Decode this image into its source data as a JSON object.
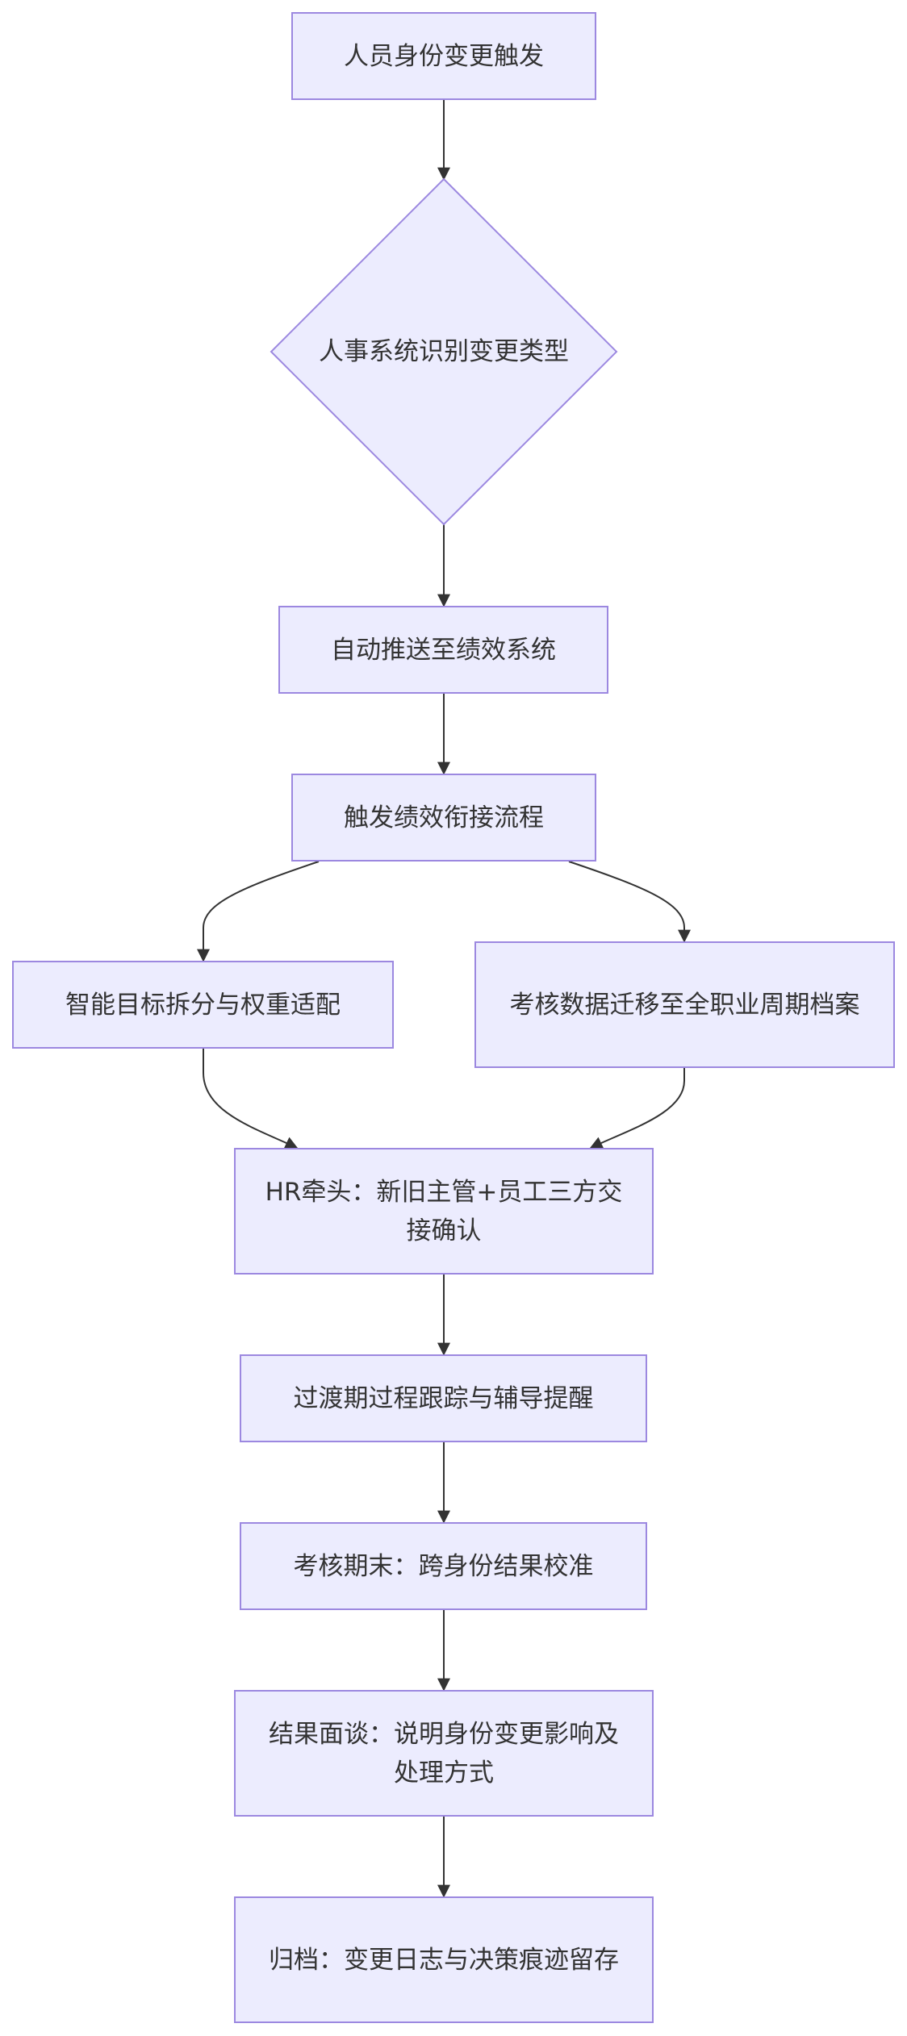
{
  "nodes": {
    "n1": "人员身份变更触发",
    "n2": "人事系统识别变更类型",
    "n3": "自动推送至绩效系统",
    "n4": "触发绩效衔接流程",
    "n5": "智能目标拆分与权重适配",
    "n6": "考核数据迁移至全职业周期档案",
    "n7": "HR牵头：新旧主管+员工三方交接确认",
    "n8": "过渡期过程跟踪与辅导提醒",
    "n9": "考核期末：跨身份结果校准",
    "n10": "结果面谈：说明身份变更影响及处理方式",
    "n11": "归档：变更日志与决策痕迹留存"
  },
  "edges": [
    [
      "n1",
      "n2"
    ],
    [
      "n2",
      "n3"
    ],
    [
      "n3",
      "n4"
    ],
    [
      "n4",
      "n5"
    ],
    [
      "n4",
      "n6"
    ],
    [
      "n5",
      "n7"
    ],
    [
      "n6",
      "n7"
    ],
    [
      "n7",
      "n8"
    ],
    [
      "n8",
      "n9"
    ],
    [
      "n9",
      "n10"
    ],
    [
      "n10",
      "n11"
    ]
  ],
  "colors": {
    "node_fill": "#ececfe",
    "node_stroke": "#9c88e0",
    "edge": "#333333",
    "text": "#333333"
  }
}
